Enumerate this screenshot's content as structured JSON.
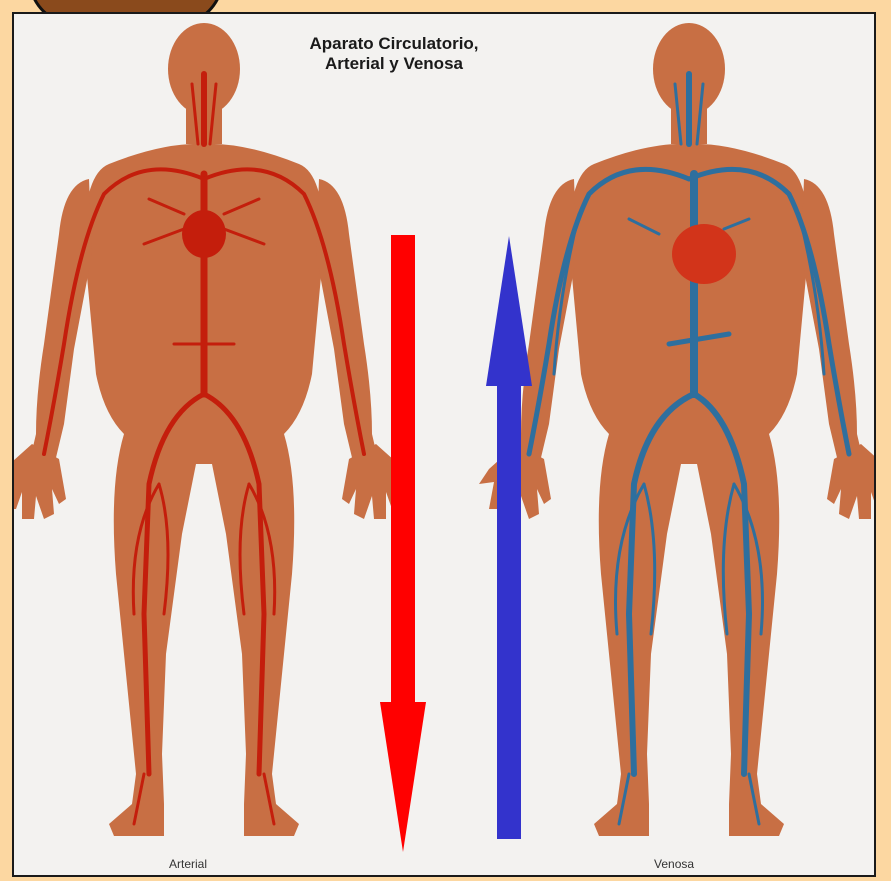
{
  "title_line1": "Aparato Circulatorio,",
  "title_line2": "Arterial y Venosa",
  "caption_left": "Arterial",
  "caption_right": "Venosa",
  "colors": {
    "background": "#fcd7a1",
    "panel": "#f3f2f0",
    "skin": "#c86f44",
    "artery": "#c41e0c",
    "vein": "#2e6f9e",
    "arrow_down": "#ff0000",
    "arrow_up": "#3333cc"
  },
  "arrows": [
    {
      "name": "arterial-flow-arrow",
      "direction": "down",
      "color": "#ff0000"
    },
    {
      "name": "venous-flow-arrow",
      "direction": "up",
      "color": "#3333cc"
    }
  ]
}
